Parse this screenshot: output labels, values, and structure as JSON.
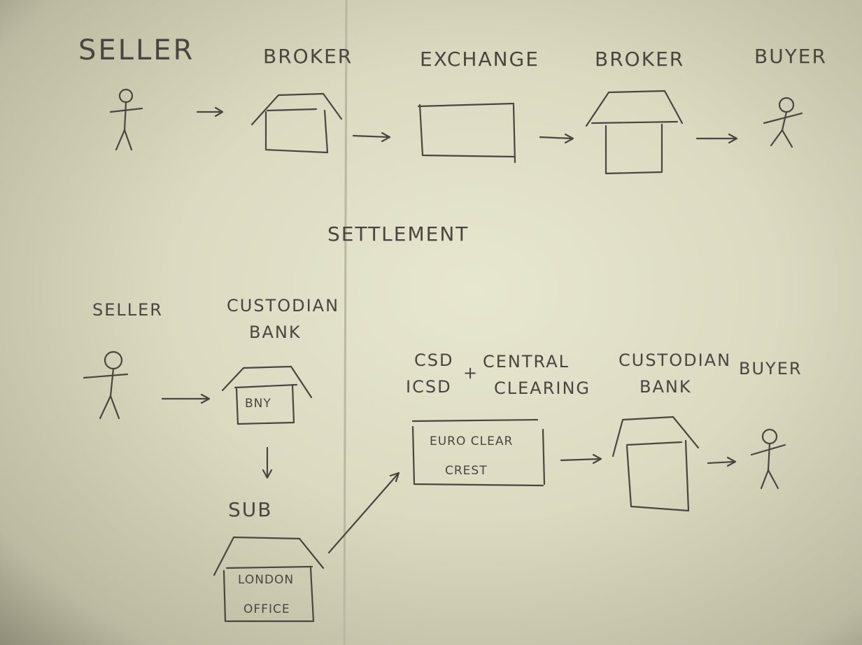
{
  "trading": {
    "nodes": [
      {
        "label": "SELLER",
        "kind": "person"
      },
      {
        "label": "BROKER",
        "kind": "house"
      },
      {
        "label": "EXCHANGE",
        "kind": "box"
      },
      {
        "label": "BROKER",
        "kind": "house"
      },
      {
        "label": "BUYER",
        "kind": "person"
      }
    ]
  },
  "settlement": {
    "heading": "SETTLEMENT",
    "seller": "SELLER",
    "custodian_1": [
      "CUSTODIAN",
      "BANK"
    ],
    "custodian_1_box": "BNY",
    "sub": "SUB",
    "sub_box": [
      "LONDON",
      "OFFICE"
    ],
    "csd": [
      "CSD",
      "ICSD"
    ],
    "plus": "+",
    "clearing": [
      "CENTRAL",
      "CLEARING"
    ],
    "csd_box": [
      "EURO CLEAR",
      "CREST"
    ],
    "custodian_2": [
      "CUSTODIAN",
      "BANK"
    ],
    "buyer": "BUYER"
  },
  "colors": {
    "ink": "#4a463d",
    "paper": "#e2e0c8"
  }
}
